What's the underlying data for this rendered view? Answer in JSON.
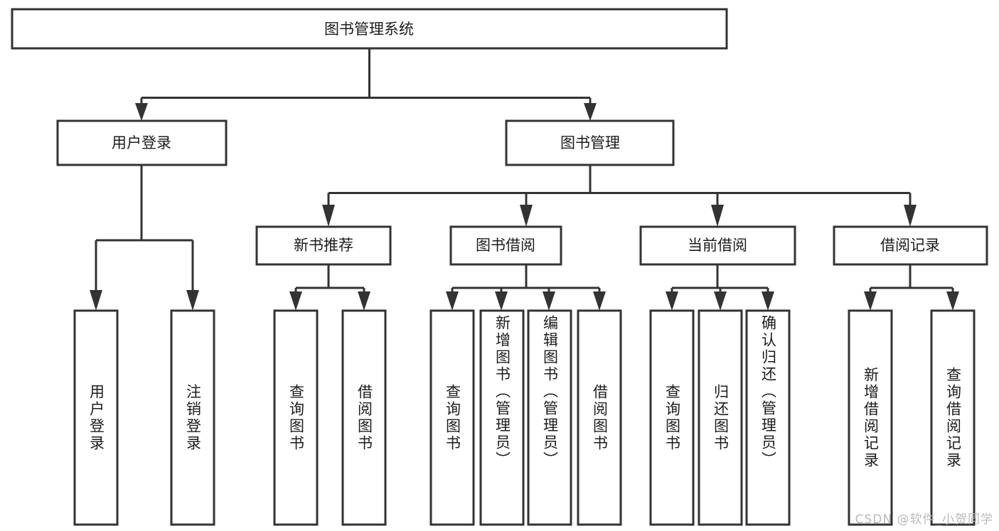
{
  "diagram": {
    "type": "tree-hierarchy",
    "title": "图书管理系统",
    "watermark": "CSDN @软件_小贺同学",
    "colors": {
      "box_stroke": "#333333",
      "box_fill": "#ffffff",
      "text": "#1c1c1c",
      "connector": "#333333",
      "watermark": "#b9b9b9",
      "background": "#ffffff"
    },
    "levels": {
      "root": "图书管理系统",
      "level2": [
        "用户登录",
        "图书管理"
      ],
      "level3": [
        "新书推荐",
        "图书借阅",
        "当前借阅",
        "借阅记录"
      ]
    },
    "nodes": {
      "root": {
        "label": "图书管理系统"
      },
      "user_login": {
        "label": "用户登录"
      },
      "book_manage": {
        "label": "图书管理"
      },
      "new_book_rec": {
        "label": "新书推荐"
      },
      "book_borrow": {
        "label": "图书借阅"
      },
      "current_borrow": {
        "label": "当前借阅"
      },
      "borrow_record": {
        "label": "借阅记录"
      },
      "leaf_1": {
        "label": "用户登录"
      },
      "leaf_2": {
        "label": "注销登录"
      },
      "leaf_3": {
        "label": "查询图书"
      },
      "leaf_4": {
        "label": "借阅图书"
      },
      "leaf_5": {
        "label": "查询图书"
      },
      "leaf_6": {
        "label": "新增图书（管理员）"
      },
      "leaf_7": {
        "label": "编辑图书（管理员）"
      },
      "leaf_8": {
        "label": "借阅图书"
      },
      "leaf_9": {
        "label": "查询图书"
      },
      "leaf_10": {
        "label": "归还图书"
      },
      "leaf_11": {
        "label": "确认归还（管理员）"
      },
      "leaf_12": {
        "label": "新增借阅记录"
      },
      "leaf_13": {
        "label": "查询借阅记录"
      }
    },
    "edges": [
      {
        "from": "root",
        "to": "user_login"
      },
      {
        "from": "root",
        "to": "book_manage"
      },
      {
        "from": "user_login",
        "to": "leaf_1"
      },
      {
        "from": "user_login",
        "to": "leaf_2"
      },
      {
        "from": "book_manage",
        "to": "new_book_rec"
      },
      {
        "from": "book_manage",
        "to": "book_borrow"
      },
      {
        "from": "book_manage",
        "to": "current_borrow"
      },
      {
        "from": "book_manage",
        "to": "borrow_record"
      },
      {
        "from": "new_book_rec",
        "to": "leaf_3"
      },
      {
        "from": "new_book_rec",
        "to": "leaf_4"
      },
      {
        "from": "book_borrow",
        "to": "leaf_5"
      },
      {
        "from": "book_borrow",
        "to": "leaf_6"
      },
      {
        "from": "book_borrow",
        "to": "leaf_7"
      },
      {
        "from": "book_borrow",
        "to": "leaf_8"
      },
      {
        "from": "current_borrow",
        "to": "leaf_9"
      },
      {
        "from": "current_borrow",
        "to": "leaf_10"
      },
      {
        "from": "current_borrow",
        "to": "leaf_11"
      },
      {
        "from": "borrow_record",
        "to": "leaf_12"
      },
      {
        "from": "borrow_record",
        "to": "leaf_13"
      }
    ]
  }
}
